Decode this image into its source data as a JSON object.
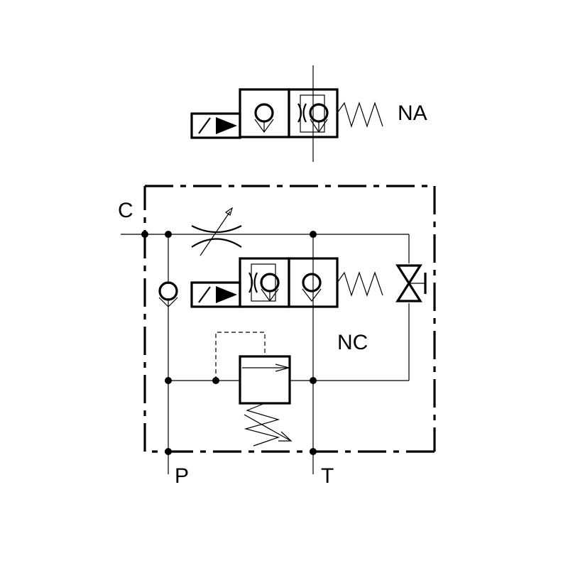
{
  "labels": {
    "na": "NA",
    "nc": "NC",
    "c": "C",
    "p": "P",
    "t": "T"
  }
}
